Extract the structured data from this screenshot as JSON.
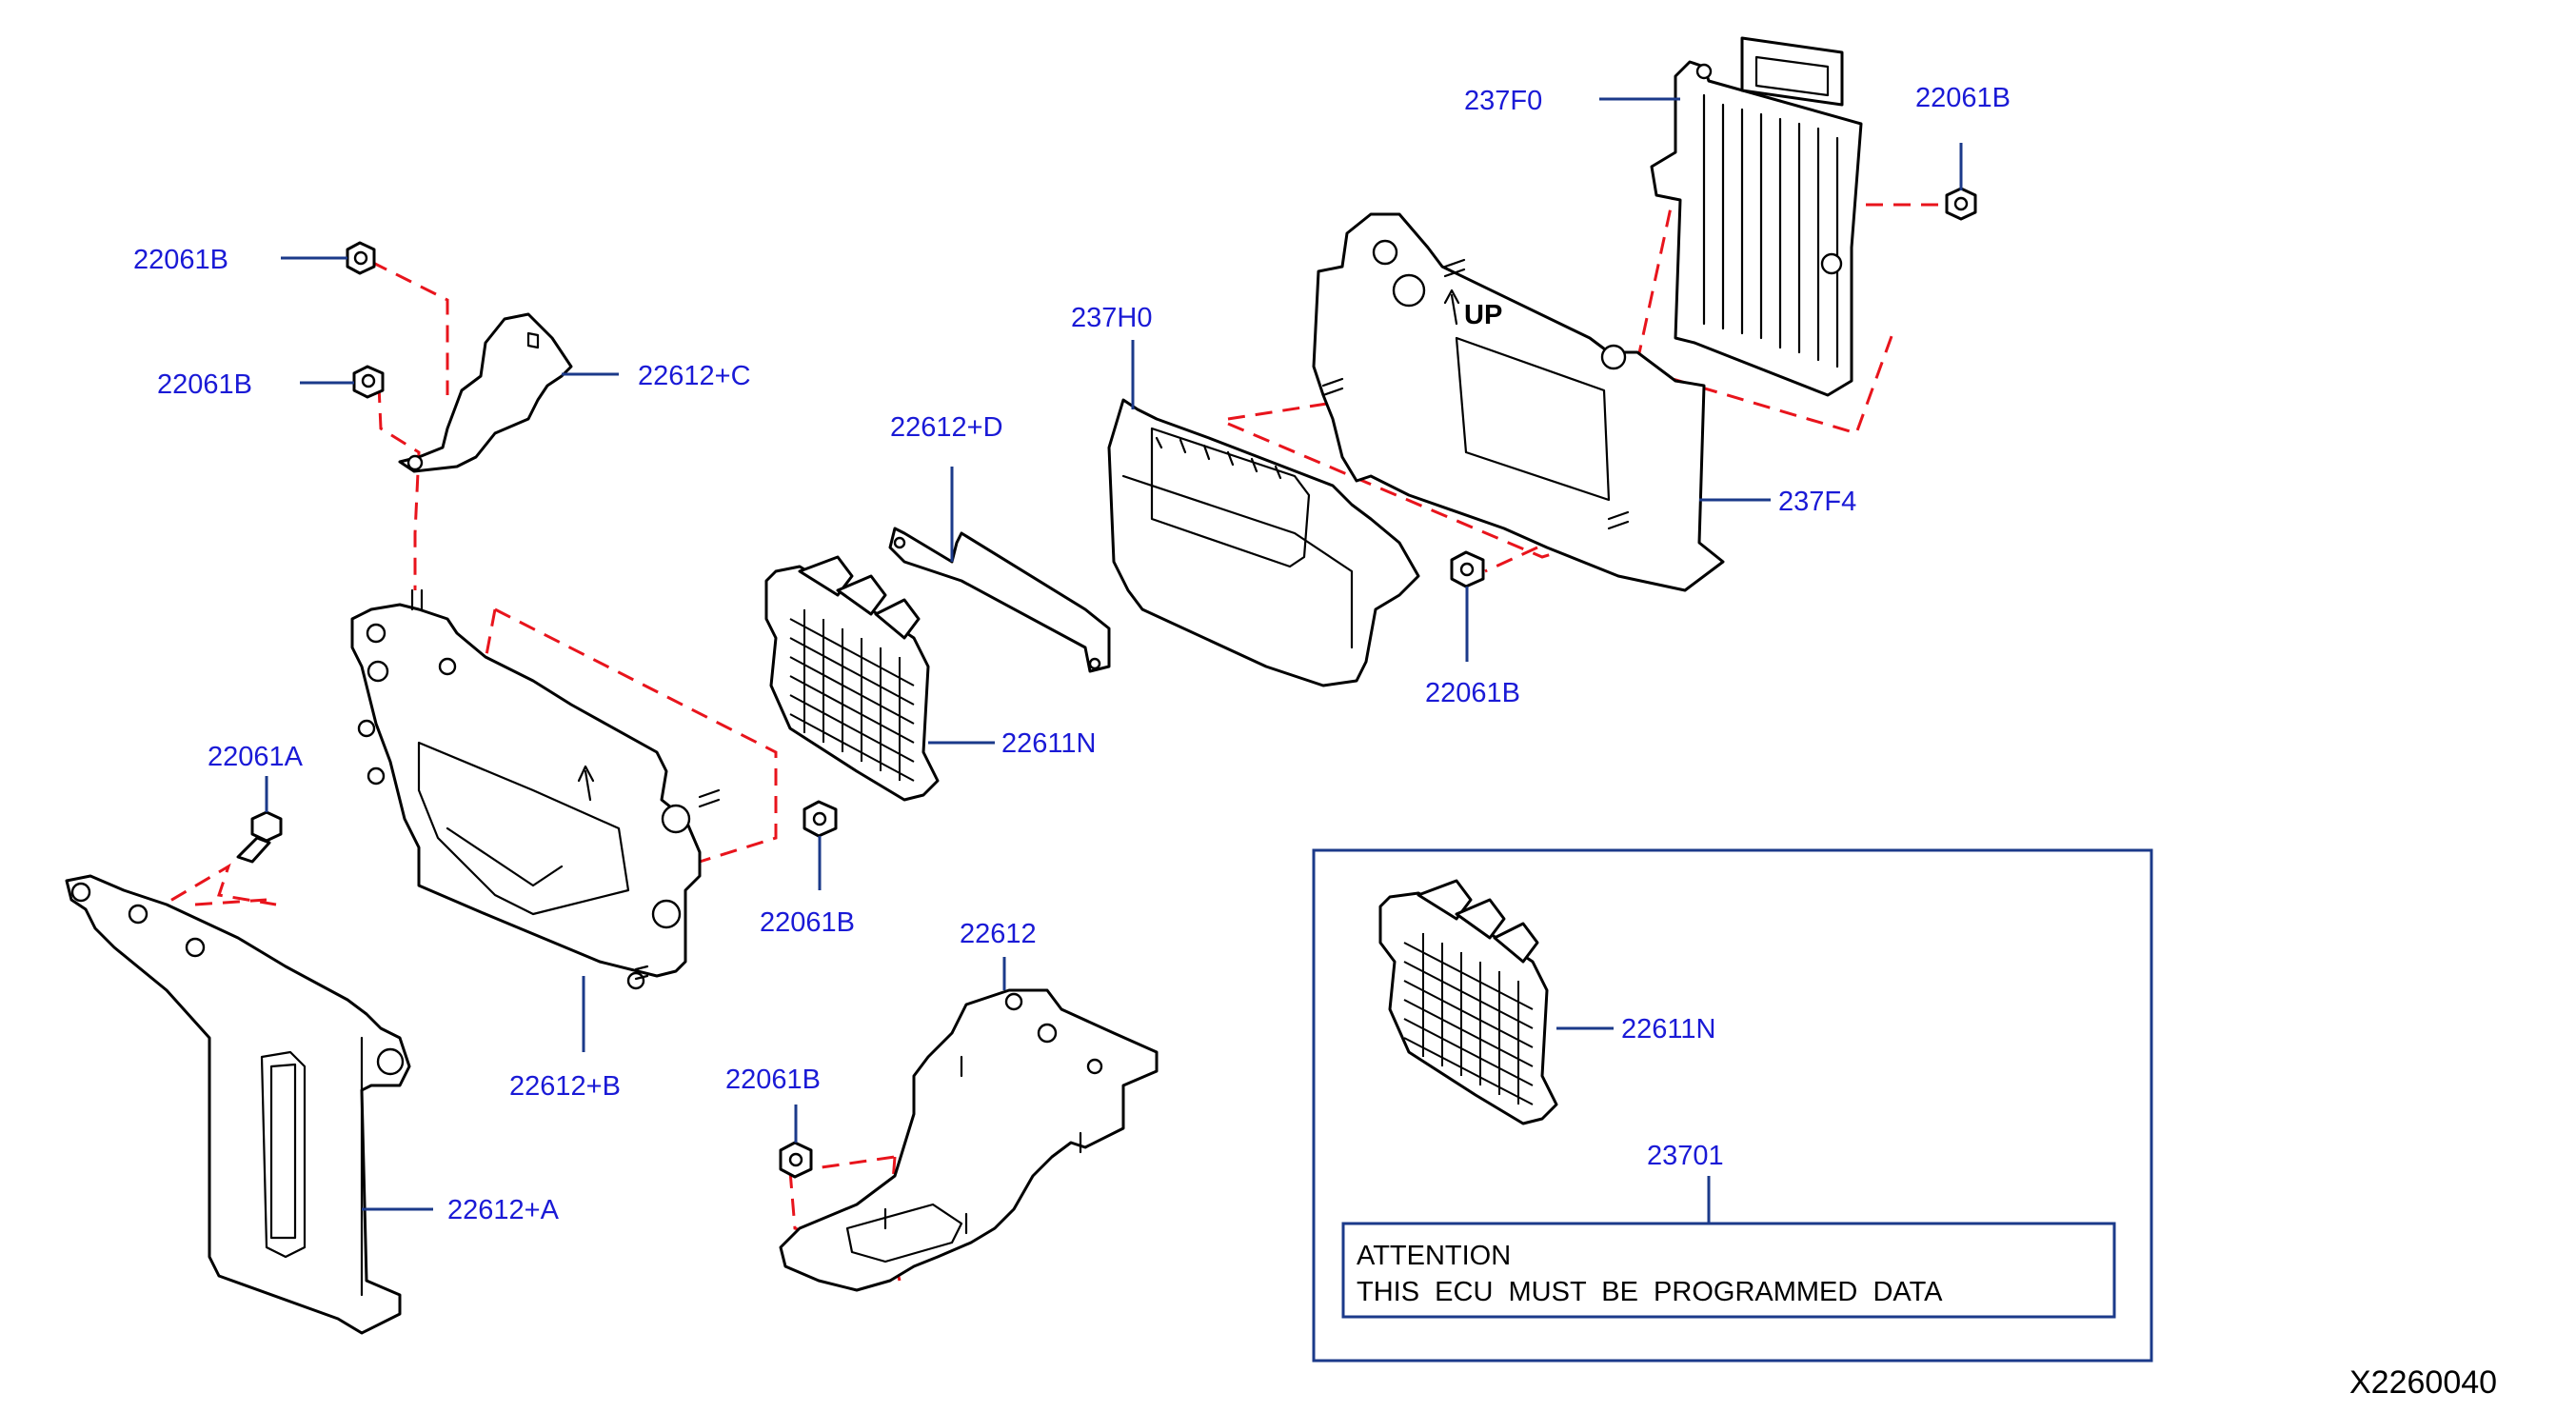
{
  "diagram": {
    "labels": {
      "l_237F0": "237F0",
      "l_22061B_tr": "22061B",
      "l_22061B_ul": "22061B",
      "l_22061B_ul2": "22061B",
      "l_22612C": "22612+C",
      "l_237H0": "237H0",
      "l_22612D": "22612+D",
      "l_237F4": "237F4",
      "l_22061B_mid": "22061B",
      "l_22611N": "22611N",
      "l_22061A": "22061A",
      "l_22061B_lower": "22061B",
      "l_22612B": "22612+B",
      "l_22612": "22612",
      "l_22061B_bottom": "22061B",
      "l_22612A": "22612+A",
      "l_22611N_inset": "22611N",
      "l_23701": "23701"
    },
    "attention": {
      "line1": "ATTENTION",
      "line2": "THIS  ECU  MUST  BE  PROGRAMMED  DATA"
    },
    "embossed_arrow_text": "UP",
    "reference_code": "X2260040"
  }
}
